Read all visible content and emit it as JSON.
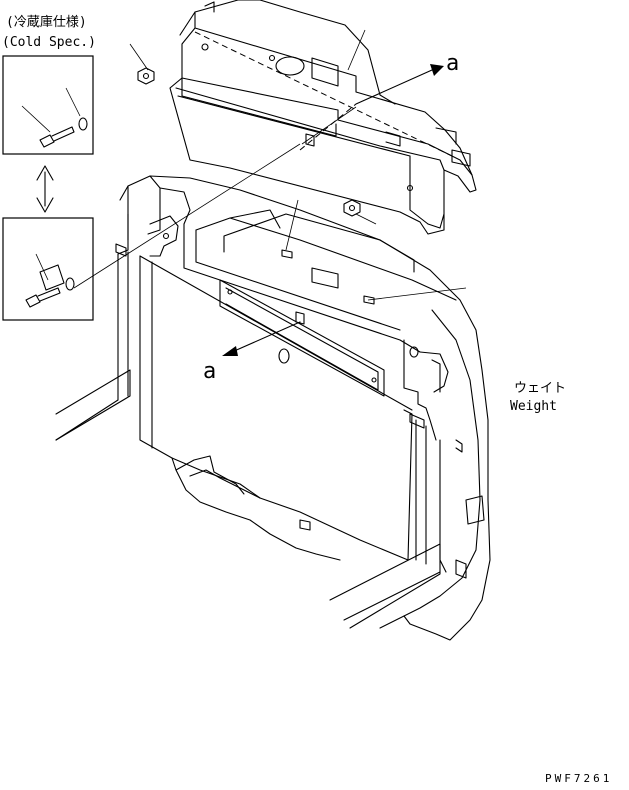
{
  "labels": {
    "cold_spec_jp": "(冷蔵庫仕様)",
    "cold_spec_en": "(Cold Spec.)",
    "weight_jp": "ウェイト",
    "weight_en": "Weight",
    "ref_a_top": "a",
    "ref_a_bottom": "a",
    "drawing_code": "PWF7261"
  }
}
